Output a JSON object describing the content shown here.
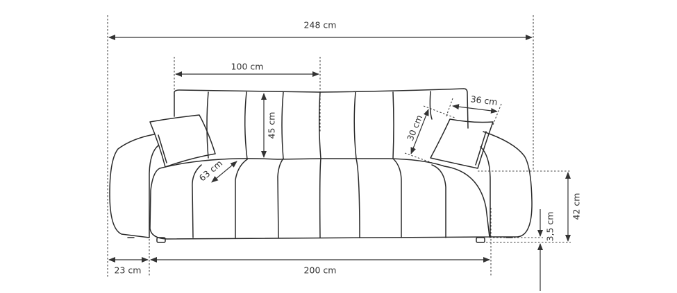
{
  "diagram": {
    "subject": "sofa",
    "dimensions": {
      "total_width": "248 cm",
      "backrest_section_width": "100 cm",
      "backrest_height": "45 cm",
      "seat_depth": "63 cm",
      "pillow_height": "30 cm",
      "pillow_width": "36 cm",
      "seat_height": "42 cm",
      "leg_height": "3,5 cm",
      "armrest_width": "23 cm",
      "seat_width": "200 cm"
    }
  }
}
